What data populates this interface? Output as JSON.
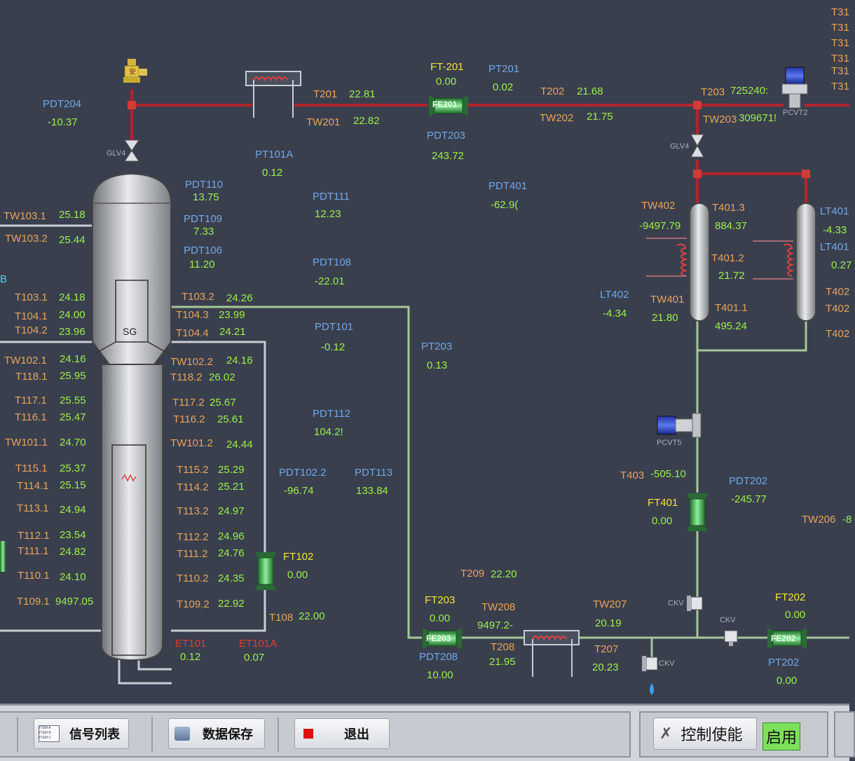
{
  "tags": {
    "PDT204": {
      "label": "PDT204",
      "value": "-10.37"
    },
    "GLV4_left": {
      "label": "GLV4"
    },
    "PT101A": {
      "label": "PT101A",
      "value": "0.12"
    },
    "T201": {
      "label": "T201",
      "value": "22.81"
    },
    "TW201": {
      "label": "TW201",
      "value": "22.82"
    },
    "FT201": {
      "label": "FT-201",
      "value": "0.00",
      "element": "FE201"
    },
    "PT201": {
      "label": "PT201",
      "value": "0.02"
    },
    "PDT203": {
      "label": "PDT203",
      "value": "243.72"
    },
    "T202": {
      "label": "T202",
      "value": "21.68"
    },
    "TW202": {
      "label": "TW202",
      "value": "21.75"
    },
    "T203": {
      "label": "T203",
      "value": "725240:"
    },
    "TW203": {
      "label": "TW203",
      "value": "309671!"
    },
    "PCVT2": {
      "label": "PCVT2"
    },
    "GLV4_right": {
      "label": "GLV4"
    },
    "PDT110": {
      "label": "PDT110",
      "value": "13.75"
    },
    "PDT109": {
      "label": "PDT109",
      "value": "7.33"
    },
    "PDT106": {
      "label": "PDT106",
      "value": "11.20"
    },
    "PDT111": {
      "label": "PDT111",
      "value": "12.23"
    },
    "PDT108": {
      "label": "PDT108",
      "value": "-22.01"
    },
    "PDT401": {
      "label": "PDT401",
      "value": "-62.9("
    },
    "TW103_1": {
      "label": "TW103.1",
      "value": "25.18"
    },
    "TW103_2": {
      "label": "TW103.2",
      "value": "25.44"
    },
    "B_partial": {
      "label": "B"
    },
    "T103_1": {
      "label": "T103.1",
      "value": "24.18"
    },
    "T104_1": {
      "label": "T104.1",
      "value": "24.00"
    },
    "T104_2": {
      "label": "T104.2",
      "value": "23.96"
    },
    "SG": {
      "label": "SG"
    },
    "T103_2": {
      "label": "T103.2",
      "value": "24.26"
    },
    "T104_3": {
      "label": "T104.3",
      "value": "23.99"
    },
    "T104_4": {
      "label": "T104.4",
      "value": "24.21"
    },
    "PDT101": {
      "label": "PDT101",
      "value": "-0.12"
    },
    "PT203": {
      "label": "PT203",
      "value": "0.13"
    },
    "TW102_1": {
      "label": "TW102.1",
      "value": "24.16"
    },
    "T118_1": {
      "label": "T118.1",
      "value": "25.95"
    },
    "TW102_2": {
      "label": "TW102.2",
      "value": "24.16"
    },
    "T118_2": {
      "label": "T118.2",
      "value": "26.02"
    },
    "T117_1": {
      "label": "T117.1",
      "value": "25.55"
    },
    "T116_1": {
      "label": "T116.1",
      "value": "25.47"
    },
    "T117_2": {
      "label": "T117.2",
      "value": "25.67"
    },
    "T116_2": {
      "label": "T116.2",
      "value": "25.61"
    },
    "PDT112": {
      "label": "PDT112",
      "value": "104.2!"
    },
    "TW101_1": {
      "label": "TW101.1",
      "value": "24.70"
    },
    "TW101_2": {
      "label": "TW101.2",
      "value": "24.44"
    },
    "PDT102_2": {
      "label": "PDT102.2",
      "value": "-96.74"
    },
    "PDT113": {
      "label": "PDT113",
      "value": "133.84"
    },
    "T115_1": {
      "label": "T115.1",
      "value": "25.37"
    },
    "T114_1": {
      "label": "T114.1",
      "value": "25.15"
    },
    "T115_2": {
      "label": "T115.2",
      "value": "25.29"
    },
    "T114_2": {
      "label": "T114.2",
      "value": "25.21"
    },
    "T113_1": {
      "label": "T113.1",
      "value": "24.94"
    },
    "T113_2": {
      "label": "T113.2",
      "value": "24.97"
    },
    "T112_1": {
      "label": "T112.1",
      "value": "23.54"
    },
    "T111_1": {
      "label": "T111.1",
      "value": "24.82"
    },
    "T112_2": {
      "label": "T112.2",
      "value": "24.96"
    },
    "T111_2": {
      "label": "T111.2",
      "value": "24.76"
    },
    "FT102": {
      "label": "FT102",
      "value": "0.00",
      "element": "FE102"
    },
    "T110_1": {
      "label": "T110.1",
      "value": "24.10"
    },
    "T110_2": {
      "label": "T110.2",
      "value": "24.35"
    },
    "T109_1": {
      "label": "T109.1",
      "value": "9497.05"
    },
    "T109_2": {
      "label": "T109.2",
      "value": "22.92"
    },
    "T108": {
      "label": "T108",
      "value": "22.00"
    },
    "ET101": {
      "label": "ET101",
      "value": "0.12"
    },
    "ET101A": {
      "label": "ET101A",
      "value": "0.07"
    },
    "TW402": {
      "label": "TW402",
      "value": "-9497.79"
    },
    "T401_3": {
      "label": "T401.3",
      "value": "884.37"
    },
    "T401_2": {
      "label": "T401.2",
      "value": "21.72"
    },
    "LT402": {
      "label": "LT402",
      "value": "-4.34"
    },
    "TW401": {
      "label": "TW401",
      "value": "21.80"
    },
    "T401_1": {
      "label": "T401.1",
      "value": "495.24"
    },
    "LT401a": {
      "label": "LT401",
      "value": "-4.33"
    },
    "LT401b": {
      "label": "LT401",
      "value": "0.27"
    },
    "T402a": {
      "label": "T402"
    },
    "T402b": {
      "label": "T402"
    },
    "T402c": {
      "label": "T402"
    },
    "PCVT5": {
      "label": "PCVT5"
    },
    "T403": {
      "label": "T403",
      "value": "-505.10"
    },
    "FT401": {
      "label": "FT401",
      "value": "0.00"
    },
    "PDT202": {
      "label": "PDT202",
      "value": "-245.77"
    },
    "TW206": {
      "label": "TW206",
      "value": "-8"
    },
    "T209": {
      "label": "T209",
      "value": "22.20"
    },
    "FT203": {
      "label": "FT203",
      "value": "0.00",
      "element": "FE203"
    },
    "PDT208": {
      "label": "PDT208",
      "value": "10.00"
    },
    "TW208": {
      "label": "TW208",
      "value": "-9497.2"
    },
    "T208": {
      "label": "T208",
      "value": "21.95"
    },
    "TW207": {
      "label": "TW207",
      "value": "20.19"
    },
    "T207": {
      "label": "T207",
      "value": "20.23"
    },
    "CKV_a": {
      "label": "CKV"
    },
    "CKV_b": {
      "label": "CKV"
    },
    "CKV_c": {
      "label": "CKV"
    },
    "FT202": {
      "label": "FT202",
      "value": "0.00",
      "element": "FE202"
    },
    "PT202": {
      "label": "PT202",
      "value": "0.00"
    },
    "T31_list": [
      "T31",
      "T31",
      "T31",
      "T31",
      "T31",
      "T31"
    ]
  },
  "buttons": {
    "signal_list": "信号列表",
    "data_save": "数据保存",
    "exit": "退出",
    "control_enable": "控制使能",
    "enabled": "启用",
    "signal_list_icon_text": "ITEM A ITEM B ITEM C"
  },
  "colors": {
    "background": "#3a3f4e",
    "hot_pipe": "#b3242c",
    "process_pipe": "#a6c79a",
    "grey_pipe": "#c8cdd3",
    "vessel": "#b5b8bc",
    "label_blue": "#6fa8e8",
    "label_orange": "#e8a45a",
    "label_yellow": "#f2e23a",
    "value_green": "#9bf04a",
    "alarm_red": "#e23a2e",
    "enable_green": "#7de05a"
  }
}
